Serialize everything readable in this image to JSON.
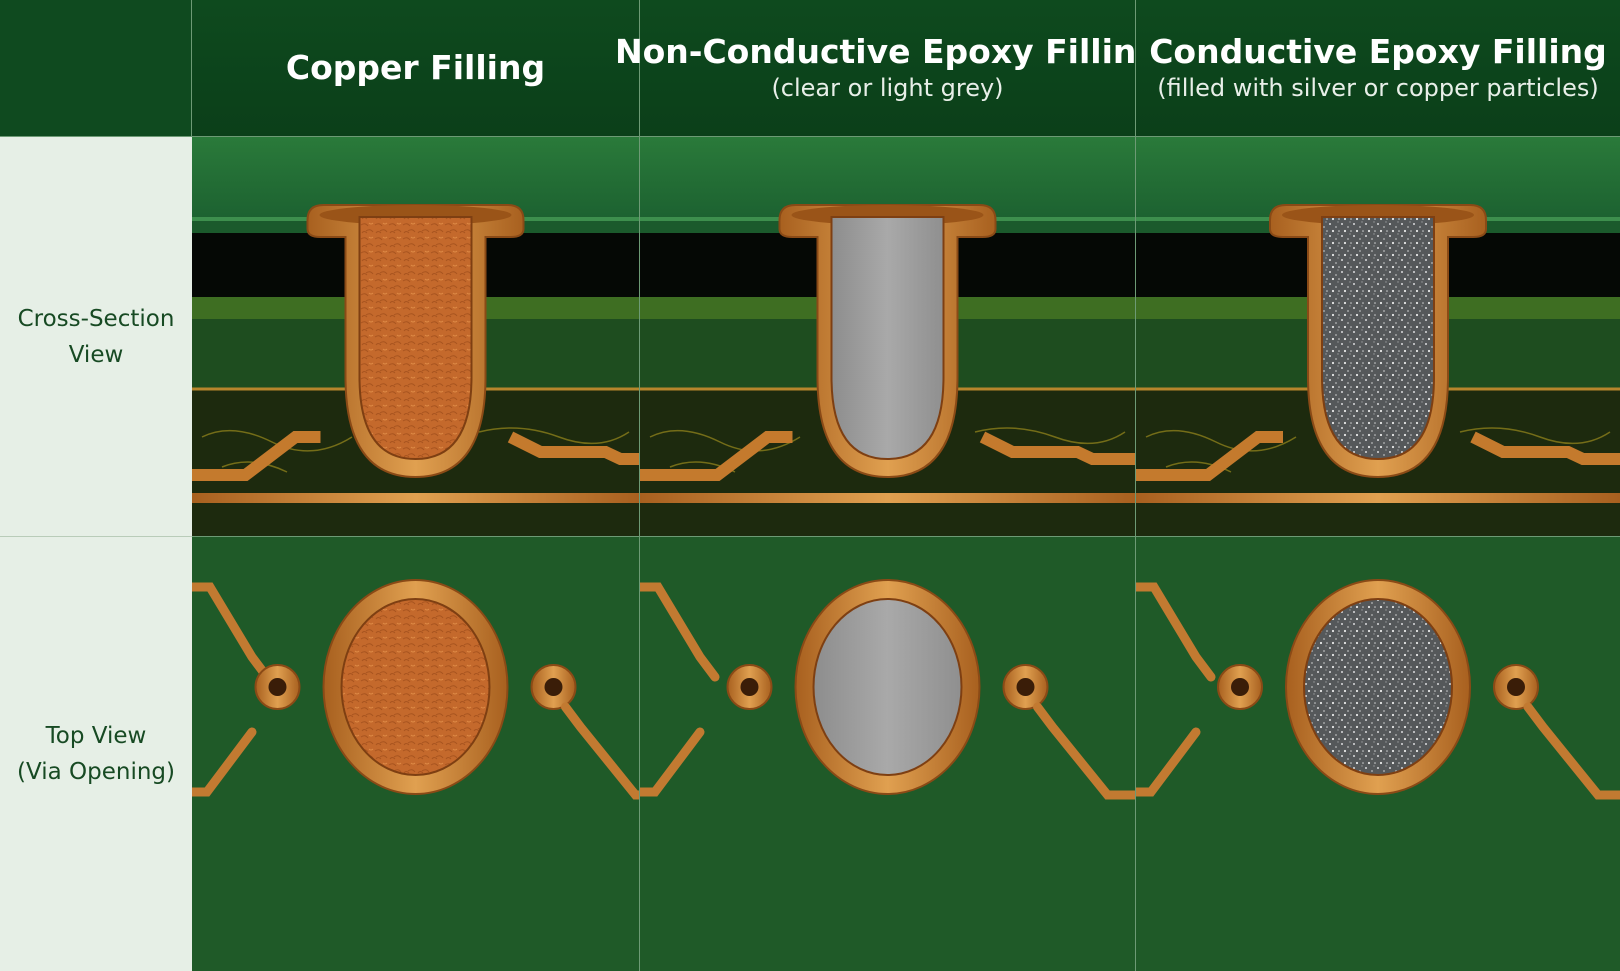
{
  "columns": [
    {
      "title": "Copper Filling",
      "subtitle": "",
      "fill": "copper"
    },
    {
      "title": "Non-Conductive Epoxy Filling",
      "subtitle": "(clear or light grey)",
      "fill": "grey"
    },
    {
      "title": "Conductive Epoxy Filling",
      "subtitle": "(filled with silver or copper particles)",
      "fill": "speckle"
    }
  ],
  "rows": [
    {
      "line1": "Cross-Section",
      "line2": "View"
    },
    {
      "line1": "Top View",
      "line2": "(Via Opening)"
    }
  ],
  "colors": {
    "board_green": "#1f5e2c",
    "copper": "#c87a2e",
    "copper_fill": "#c4692c",
    "epoxy_grey": "#9c9c9c",
    "conductive_dark": "#5b5d5f"
  }
}
